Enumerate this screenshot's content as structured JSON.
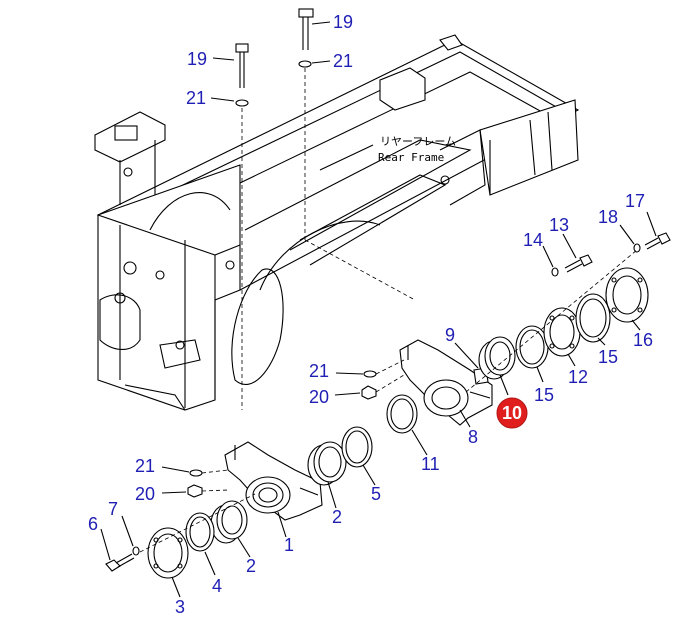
{
  "labels": {
    "frame_jp": "リヤーフレーム",
    "frame_en": "Rear Frame"
  },
  "callouts": {
    "c19a": "19",
    "c19b": "19",
    "c21a": "21",
    "c21b": "21",
    "c21c": "21",
    "c21d": "21",
    "c20a": "20",
    "c20b": "20",
    "c9": "9",
    "c10": "10",
    "c8": "8",
    "c11": "11",
    "c5": "5",
    "c2a": "2",
    "c2b": "2",
    "c1": "1",
    "c4": "4",
    "c3": "3",
    "c6": "6",
    "c7": "7",
    "c12": "12",
    "c13": "13",
    "c14": "14",
    "c15a": "15",
    "c15b": "15",
    "c16": "16",
    "c17": "17",
    "c18": "18"
  },
  "highlight": {
    "callout": "10",
    "color": "#e01e1e"
  },
  "colors": {
    "callout_text": "#1f1fb4",
    "line": "#000000"
  }
}
